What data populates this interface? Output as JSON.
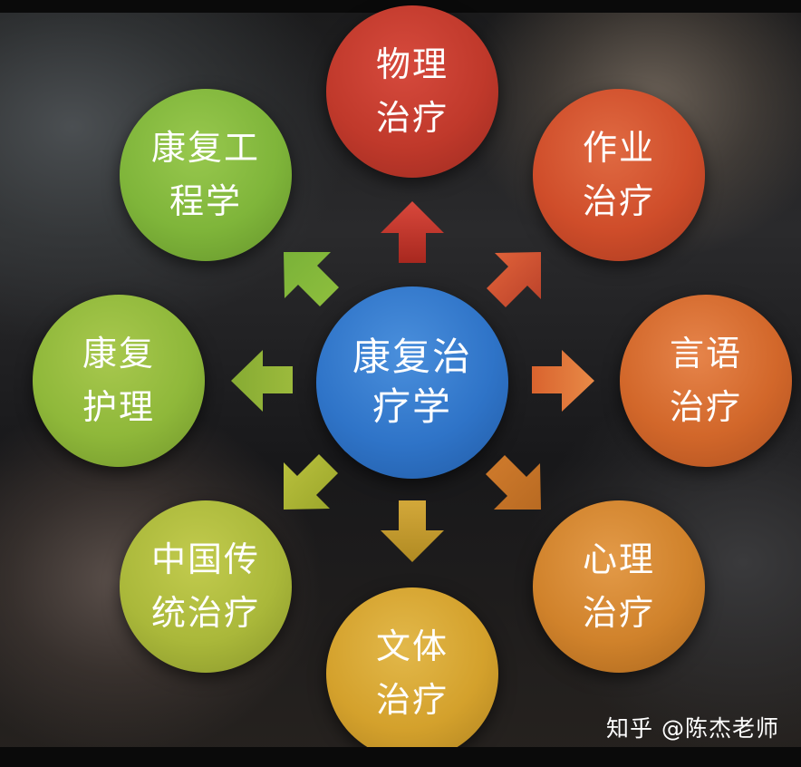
{
  "center": {
    "label": "康复治\n疗学",
    "color": "#2f74c8"
  },
  "nodes": [
    {
      "id": "physical",
      "label": "物理\n治疗",
      "color": "#c0392b"
    },
    {
      "id": "occupational",
      "label": "作业\n治疗",
      "color": "#cf4d2a"
    },
    {
      "id": "speech",
      "label": "言语\n治疗",
      "color": "#d2672a"
    },
    {
      "id": "psychological",
      "label": "心理\n治疗",
      "color": "#d0822b"
    },
    {
      "id": "recreational",
      "label": "文体\n治疗",
      "color": "#d4a12c"
    },
    {
      "id": "tcm",
      "label": "中国传\n统治疗",
      "color": "#aab83a"
    },
    {
      "id": "nursing",
      "label": "康复\n护理",
      "color": "#8fb83a"
    },
    {
      "id": "engineering",
      "label": "康复工\n程学",
      "color": "#7fb53a"
    }
  ],
  "credit": "知乎 @陈杰老师"
}
